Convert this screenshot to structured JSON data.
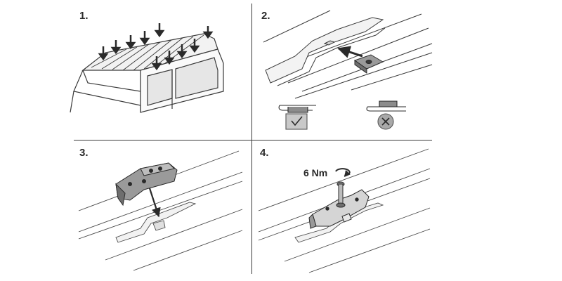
{
  "steps": [
    {
      "number": "1."
    },
    {
      "number": "2."
    },
    {
      "number": "3."
    },
    {
      "number": "4."
    }
  ],
  "step4": {
    "torque": "6 Nm"
  },
  "step2": {
    "correct_icon": "checkmark-icon",
    "incorrect_icon": "x-icon"
  },
  "colors": {
    "line": "#3a3a3a",
    "fill_gray": "#cfcfcf",
    "fill_dark": "#8c8c8c",
    "good_badge": "#bdbdbd",
    "bad_badge": "#9e9e9e"
  }
}
